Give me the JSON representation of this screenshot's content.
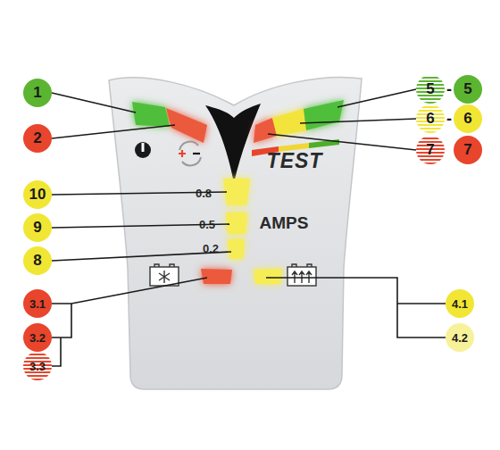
{
  "diagram": {
    "nodes": [
      {
        "text": [
          "TEST",
          "0.8",
          "AMPS",
          "0.5",
          "0.2"
        ]
      }
    ],
    "labels": [
      "1",
      "2",
      "5",
      "-",
      "5",
      "6",
      "-",
      "6",
      "7",
      "7",
      "10",
      "9",
      "8",
      "3.1",
      "3.2",
      "3.3",
      "4.1",
      "4.2"
    ]
  }
}
